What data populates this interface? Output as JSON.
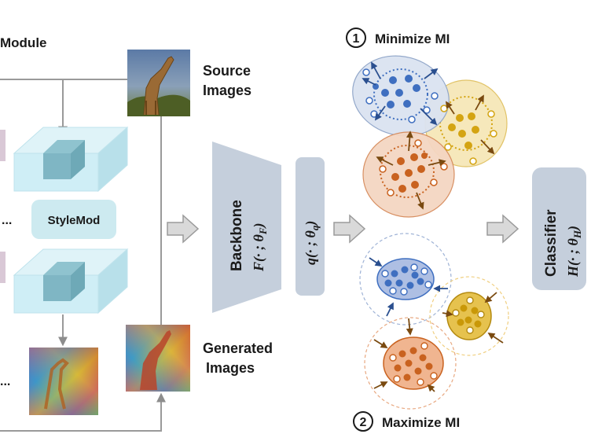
{
  "module_title": "Module",
  "source_images_label": [
    "Source",
    "Images"
  ],
  "generated_images_label": [
    "Generated",
    "Images"
  ],
  "stylemod_label": "StyleMod",
  "ellipsis": "...",
  "backbone": {
    "title": "Backbone",
    "formula": "F(· ; θ_F)"
  },
  "projector": {
    "formula": "q(· ; θ_q)"
  },
  "classifier": {
    "title": "Classifier",
    "formula": "H(· ; θ_H)"
  },
  "step1": {
    "number": "1",
    "label": "Minimize MI"
  },
  "step2": {
    "number": "2",
    "label": "Maximize MI"
  },
  "colors": {
    "blue": "#3f6fc0",
    "gold": "#d4a412",
    "orange": "#c9621f",
    "box_gray": "#c5cfdc",
    "stylemod_bg": "#cdeaf0",
    "block_face": "#cfeef6",
    "line_gray": "#9a9a9a",
    "arrow_gray": "#d9d9d9"
  }
}
